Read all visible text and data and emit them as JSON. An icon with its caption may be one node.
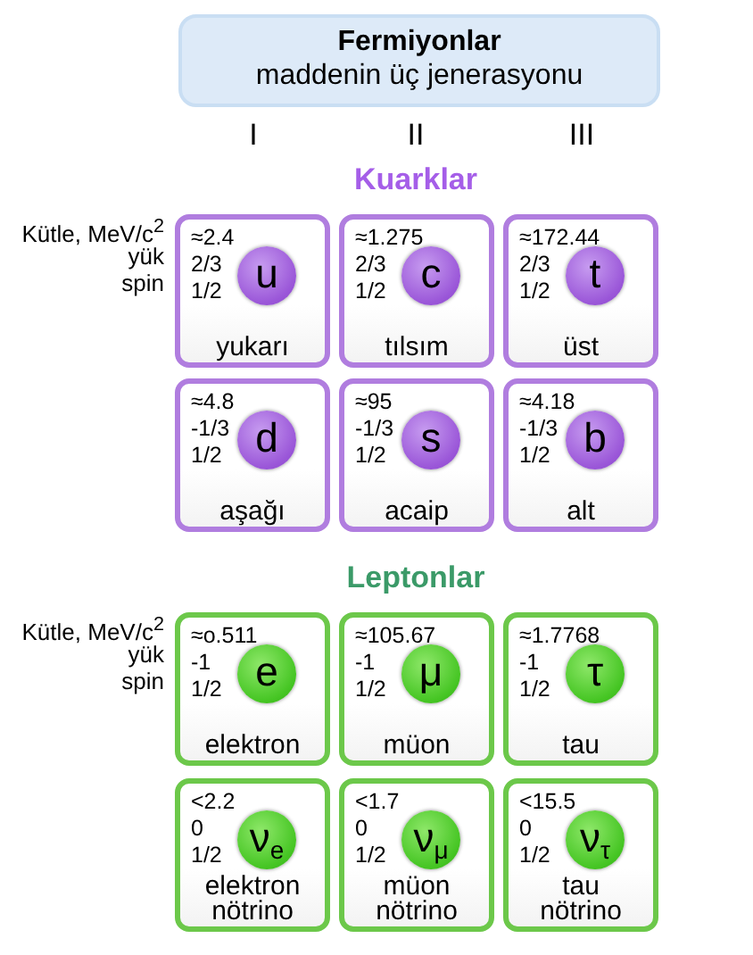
{
  "diagram": {
    "nodes": [
      {
        "text": [
          "Fermiyonlar",
          "maddenin üç jenerasyonu"
        ]
      },
      {
        "text": [
          "≈2.4",
          "2/3",
          "1/2",
          "yukarı"
        ]
      },
      {
        "text": [
          "u"
        ],
        "in": 1
      },
      {
        "text": [
          "≈1.275",
          "2/3",
          "1/2",
          "tılsım"
        ]
      },
      {
        "text": [
          "c"
        ],
        "in": 3
      },
      {
        "text": [
          "≈172.44",
          "2/3",
          "1/2",
          "üst"
        ]
      },
      {
        "text": [
          "t"
        ],
        "in": 5
      },
      {
        "text": [
          "≈4.8",
          "-1/3",
          "1/2",
          "aşağı"
        ]
      },
      {
        "text": [
          "d"
        ],
        "in": 7
      },
      {
        "text": [
          "≈95",
          "-1/3",
          "1/2",
          "acaip"
        ]
      },
      {
        "text": [
          "s"
        ],
        "in": 9
      },
      {
        "text": [
          "≈4.18",
          "-1/3",
          "1/2",
          "alt"
        ]
      },
      {
        "text": [
          "b"
        ],
        "in": 11
      },
      {
        "text": [
          "≈o.511",
          "-1",
          "1/2",
          "elektron"
        ]
      },
      {
        "text": [
          "e"
        ],
        "in": 13
      },
      {
        "text": [
          "≈105.67",
          "-1",
          "1/2",
          "müon"
        ]
      },
      {
        "text": [
          "μ"
        ],
        "in": 15
      },
      {
        "text": [
          "≈1.7768",
          "-1",
          "1/2",
          "tau"
        ]
      },
      {
        "text": [
          "τ"
        ],
        "in": 17
      },
      {
        "text": [
          "<2.2",
          "0",
          "1/2",
          "elektron nötrino"
        ]
      },
      {
        "text": [
          "ν$_{e}$"
        ],
        "in": 19
      },
      {
        "text": [
          "<1.7",
          "0",
          "1/2",
          "müon nötrino"
        ]
      },
      {
        "text": [
          "ν$_{μ}$"
        ],
        "in": 21
      },
      {
        "text": [
          "<15.5",
          "0",
          "1/2",
          "tau nötrino"
        ]
      },
      {
        "text": [
          "ν$_{τ}$"
        ],
        "in": 23
      }
    ],
    "edges": [],
    "labels": [
      "I",
      "II",
      "III",
      "Kuarklar",
      "Kütle, MeV/c$^{2}$",
      "yük",
      "spin",
      "Leptonlar",
      "Kütle, MeV/c$^{2}$",
      "yük",
      "spin"
    ]
  }
}
